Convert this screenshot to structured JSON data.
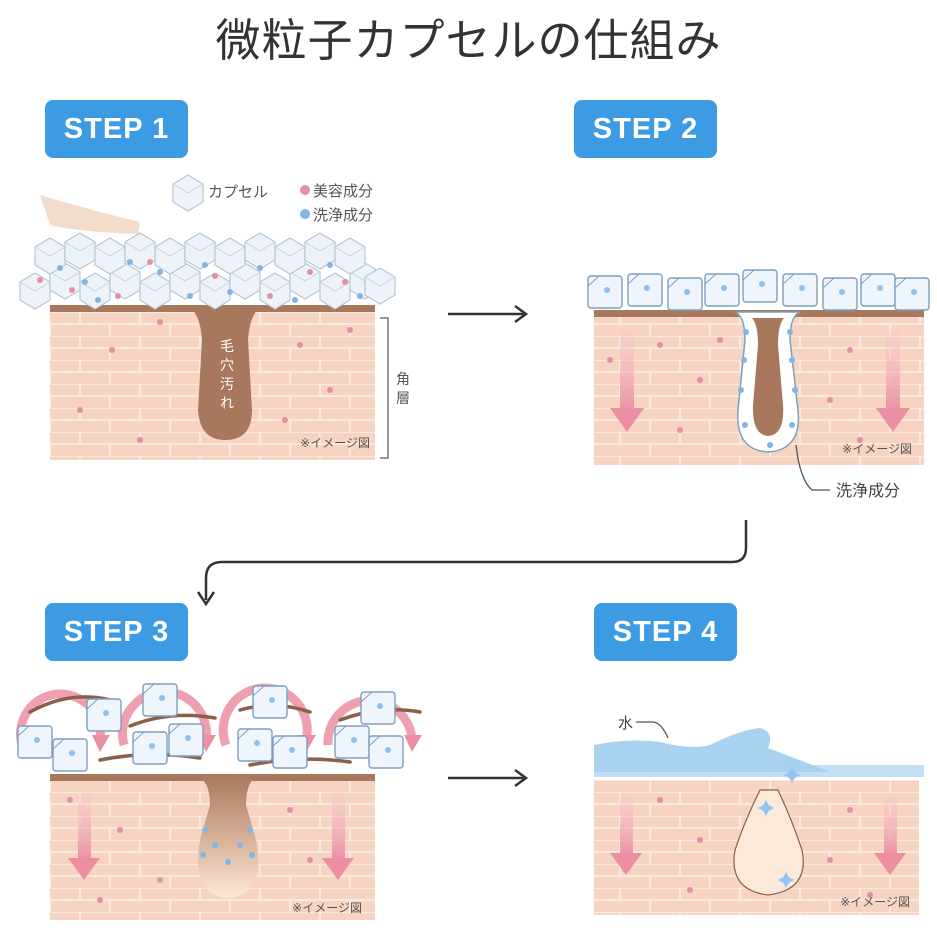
{
  "title": "微粒子カプセルの仕組み",
  "steps": [
    {
      "label": "STEP 1"
    },
    {
      "label": "STEP 2"
    },
    {
      "label": "STEP 3"
    },
    {
      "label": "STEP 4"
    }
  ],
  "legend": {
    "capsule": "カプセル",
    "beauty": "美容成分",
    "cleansing": "洗浄成分"
  },
  "labels": {
    "pore_dirt_1": "毛",
    "pore_dirt_2": "穴",
    "pore_dirt_3": "汚",
    "pore_dirt_4": "れ",
    "stratum_1": "角",
    "stratum_2": "層",
    "cleansing_component": "洗浄成分",
    "water": "水",
    "image_note": "※イメージ図"
  },
  "colors": {
    "badge": "#3c9be3",
    "skin": "#f7d3c2",
    "brick_line": "#fbe6db",
    "pore": "#a8785c",
    "capsule": "#e6eef7",
    "beauty_dot": "#e48fa6",
    "cleansing_dot": "#7fb6e6",
    "arrow_pink": "#ee9fb0",
    "water": "#a9d2f0"
  }
}
